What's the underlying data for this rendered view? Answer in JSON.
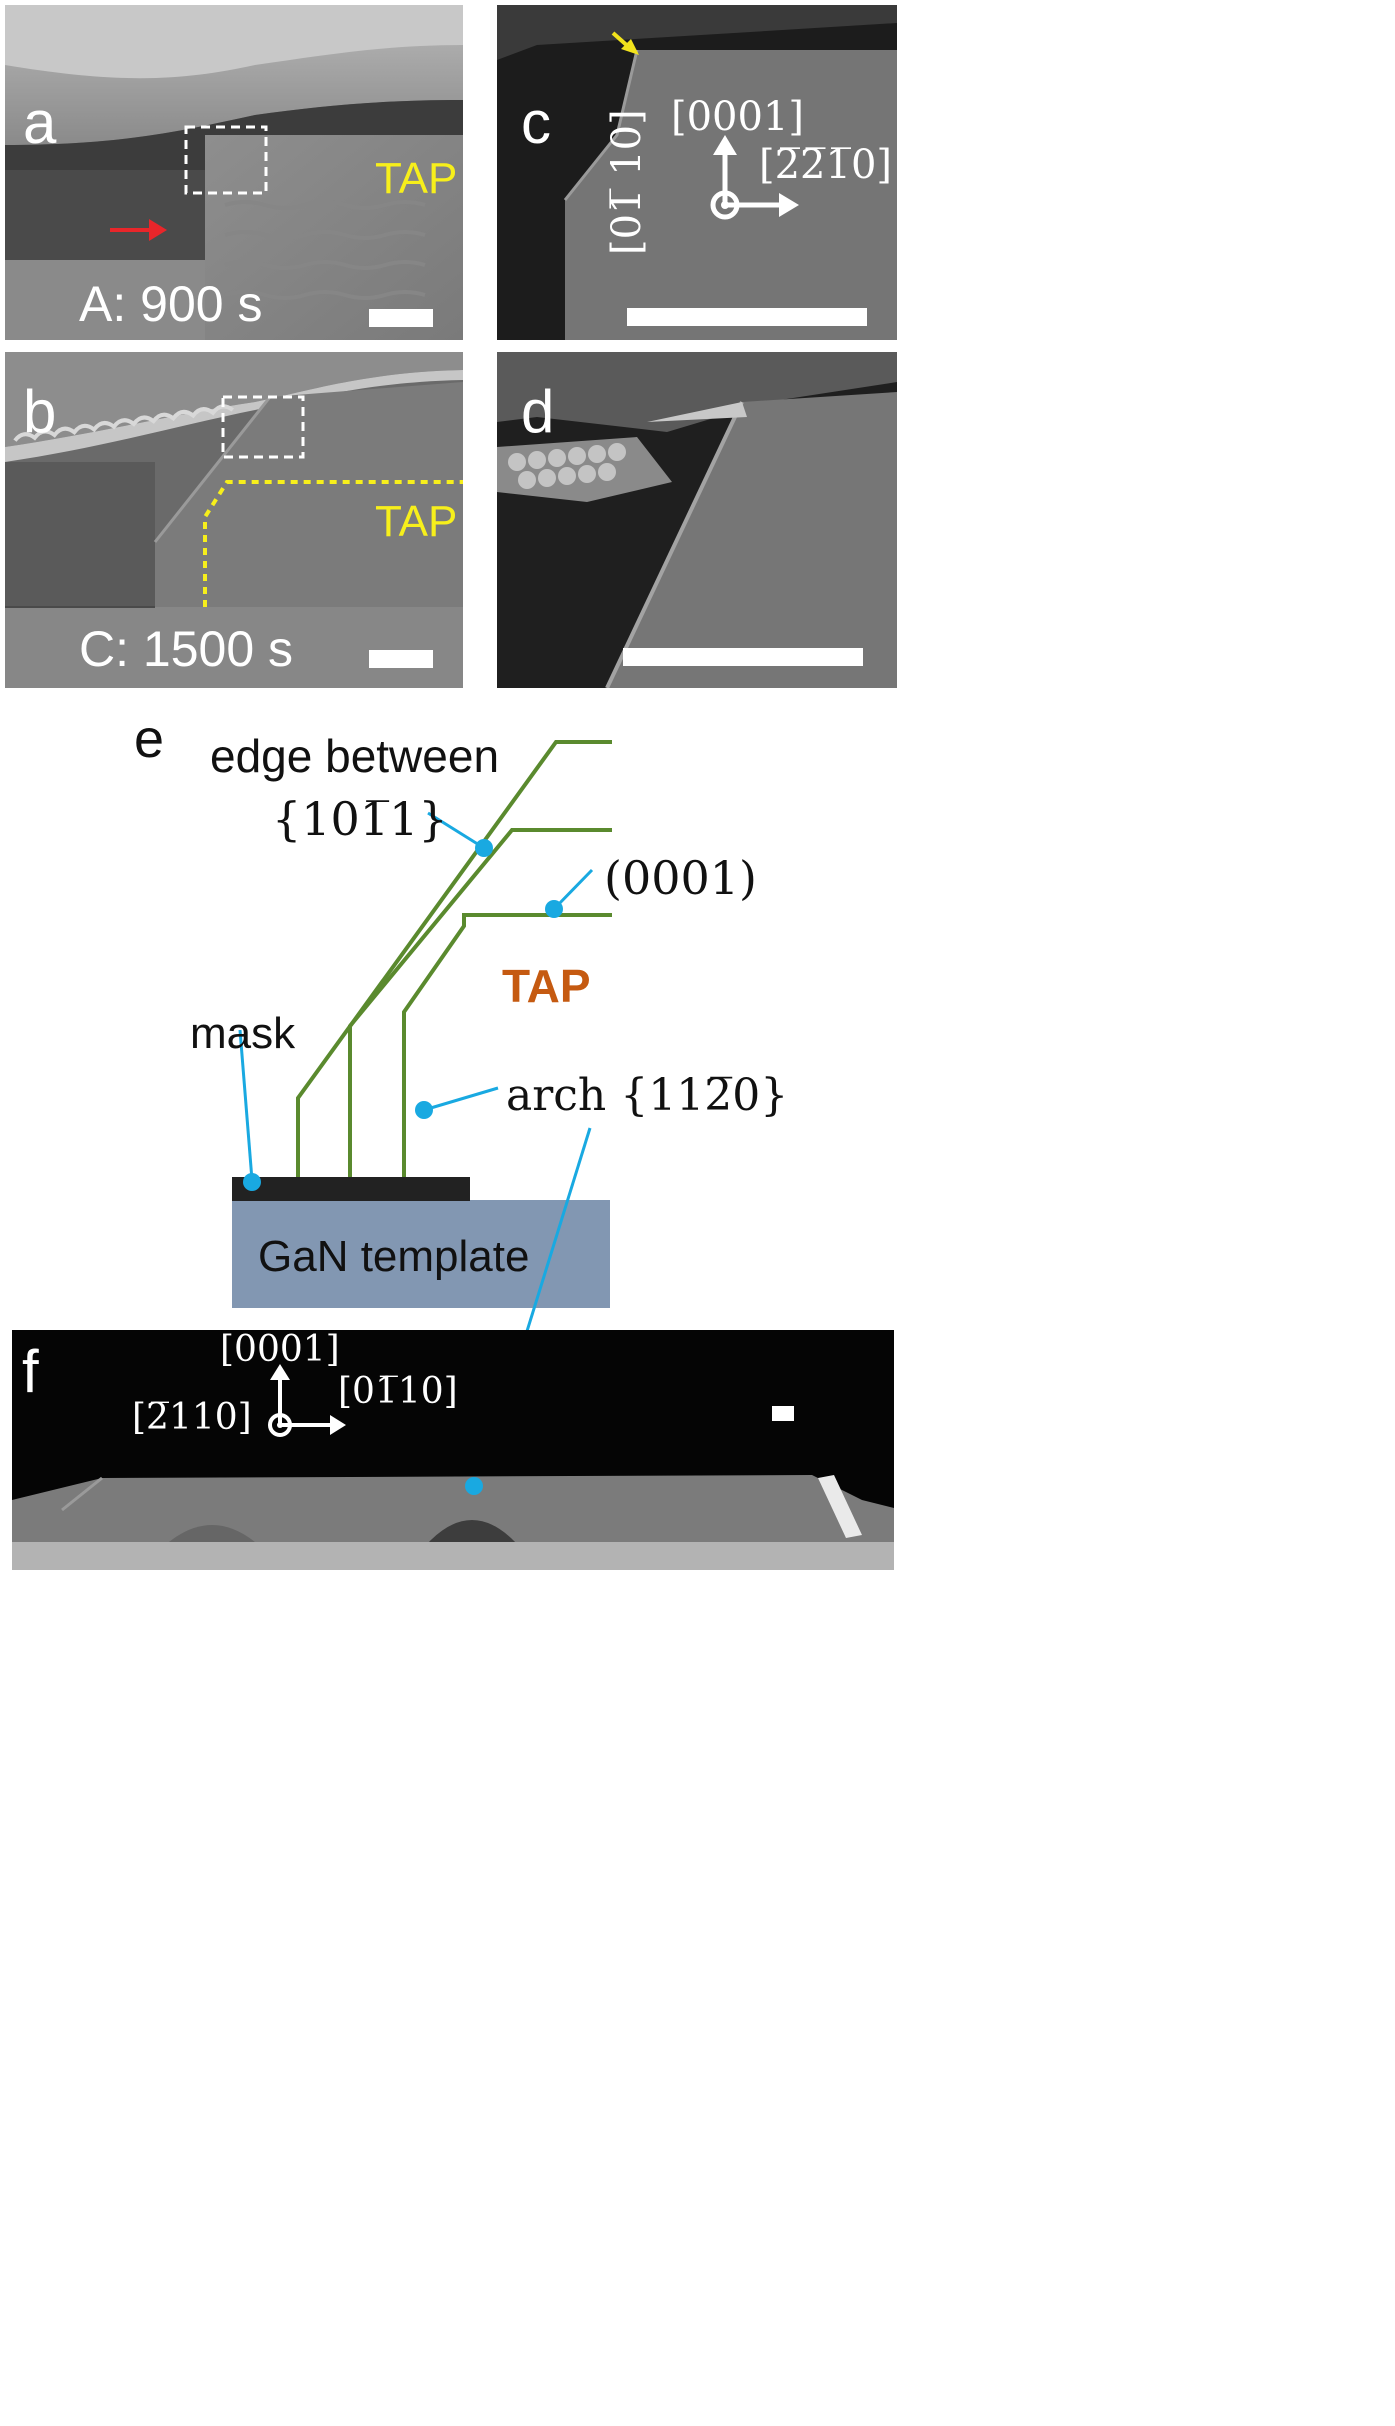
{
  "panels": {
    "a": {
      "letter": "a",
      "tap": "TAP",
      "condition": "A: 900 s"
    },
    "b": {
      "letter": "b",
      "tap": "TAP",
      "condition": "C: 1500 s"
    },
    "c": {
      "letter": "c",
      "dir_up": "[0001]",
      "dir_right": "[2̅2̅1̅0]",
      "dir_out": "[01̅ 10]"
    },
    "d": {
      "letter": "d"
    },
    "e": {
      "letter": "e",
      "label_edge_line1": "edge between",
      "label_edge_line2": "{101̅1}",
      "label_0001": "(0001)",
      "label_tap": "TAP",
      "label_mask": "mask",
      "label_arch": "arch {112̅0}",
      "label_gan": "GaN template"
    },
    "f": {
      "letter": "f",
      "dir_up": "[0001]",
      "dir_left": "[2̅110]",
      "dir_right": "[01̅10]"
    }
  },
  "colors": {
    "annotation_white": "#ffffff",
    "tap_yellow": "#f7ef1b",
    "tap_orange": "#c55a11",
    "arrow_red": "#e8262a",
    "arrow_yellow": "#f2e31c",
    "facet_green": "#5a8a2e",
    "pointer_blue": "#19a9e1",
    "gan_template": "#8297b2",
    "mask": "#222222"
  }
}
